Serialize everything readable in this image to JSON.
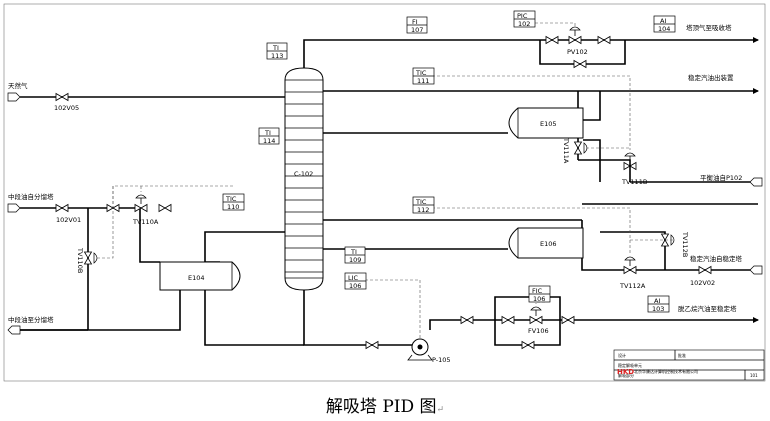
{
  "caption": "解吸塔 PID 图",
  "caption_mark": "↵",
  "equipment": {
    "column": "C-102",
    "pump": "P-105",
    "e104": "E104",
    "e105": "E105",
    "e106": "E106"
  },
  "instruments": {
    "fi107": [
      "FI",
      "107"
    ],
    "pic102": [
      "PIC",
      "102"
    ],
    "ai104": [
      "AI",
      "104"
    ],
    "ti113": [
      "TI",
      "113"
    ],
    "tic111": [
      "TIC",
      "111"
    ],
    "ti114": [
      "TI",
      "114"
    ],
    "tic110": [
      "TIC",
      "110"
    ],
    "tic112": [
      "TIC",
      "112"
    ],
    "ti109": [
      "TI",
      "109"
    ],
    "lic106": [
      "LIC",
      "106"
    ],
    "fic106": [
      "FIC",
      "106"
    ],
    "ai103": [
      "AI",
      "103"
    ]
  },
  "valves": {
    "v102v05": "102V05",
    "v102v01": "102V01",
    "v102v02": "102V02",
    "pv102": "PV102",
    "tv110a": "TV110A",
    "tv110b": "TV110B",
    "tv111a": "TV111A",
    "tv111b": "TV111B",
    "tv112a": "TV112A",
    "tv112b": "TV112B",
    "fv106": "FV106"
  },
  "streams": {
    "natural_gas": "天然气",
    "mid_oil_from": "中段油自分馏塔",
    "mid_oil_to": "中段油至分馏塔",
    "top_gas": "塔顶气至吸收塔",
    "stab_gasoline_out": "稳定汽油出装置",
    "balance_oil": "平衡油自P102",
    "stab_gasoline_from": "稳定汽油自稳定塔",
    "deethanized": "脱乙烷汽油至稳定塔"
  },
  "title_block": {
    "logo": "HKD",
    "company": "北京华康达计算机控制技术有限公司",
    "r1c1": "设计",
    "r1c2": "批准",
    "r2": "稳定解吸单元",
    "r3": "解吸部分",
    "page": "101"
  }
}
